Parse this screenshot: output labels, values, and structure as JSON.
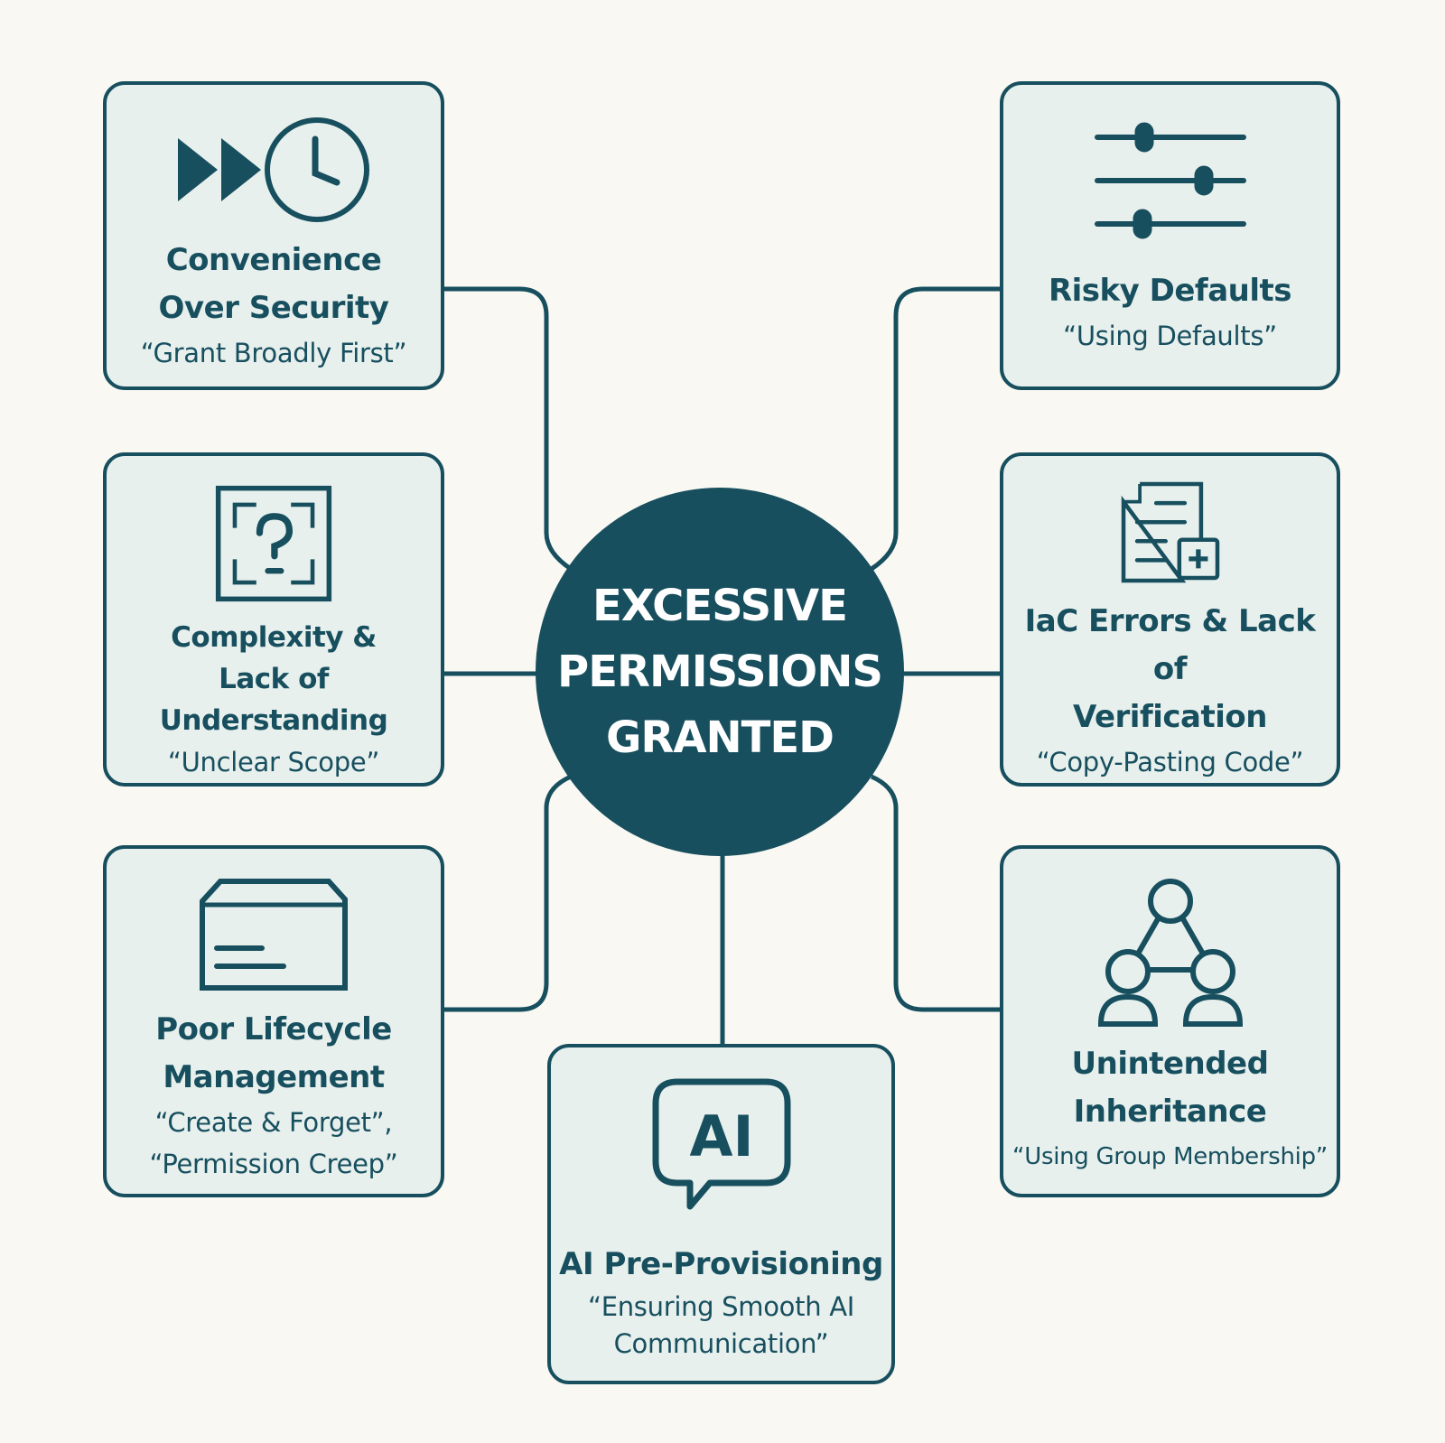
{
  "colors": {
    "background": "#faf8f3",
    "box_fill": "#e8f0ee",
    "accent": "#174f5e"
  },
  "center": {
    "lines": [
      "EXCESSIVE",
      "PERMISSIONS",
      "GRANTED"
    ]
  },
  "nodes": [
    {
      "icon": "fast-forward-clock-icon",
      "title": [
        "Convenience",
        "Over Security"
      ],
      "quote": [
        "“Grant Broadly First”"
      ]
    },
    {
      "icon": "question-frame-icon",
      "title": [
        "Complexity &",
        "Lack of Understanding"
      ],
      "quote": [
        "“Unclear Scope”"
      ]
    },
    {
      "icon": "folder-icon",
      "title": [
        "Poor Lifecycle",
        "Management"
      ],
      "quote": [
        "“Create & Forget”,",
        "“Permission Creep”"
      ]
    },
    {
      "icon": "sliders-icon",
      "title": [
        "Risky Defaults"
      ],
      "quote": [
        "“Using Defaults”"
      ]
    },
    {
      "icon": "document-plus-icon",
      "title": [
        "IaC Errors & Lack of",
        "Verification"
      ],
      "quote": [
        "“Copy-Pasting Code”"
      ]
    },
    {
      "icon": "group-hierarchy-icon",
      "title": [
        "Unintended",
        "Inheritance"
      ],
      "quote": [
        "“Using Group Membership”"
      ]
    },
    {
      "icon": "ai-chat-icon",
      "title": [
        "AI Pre-Provisioning"
      ],
      "quote": [
        "“Ensuring Smooth AI",
        "Communication”"
      ]
    }
  ]
}
